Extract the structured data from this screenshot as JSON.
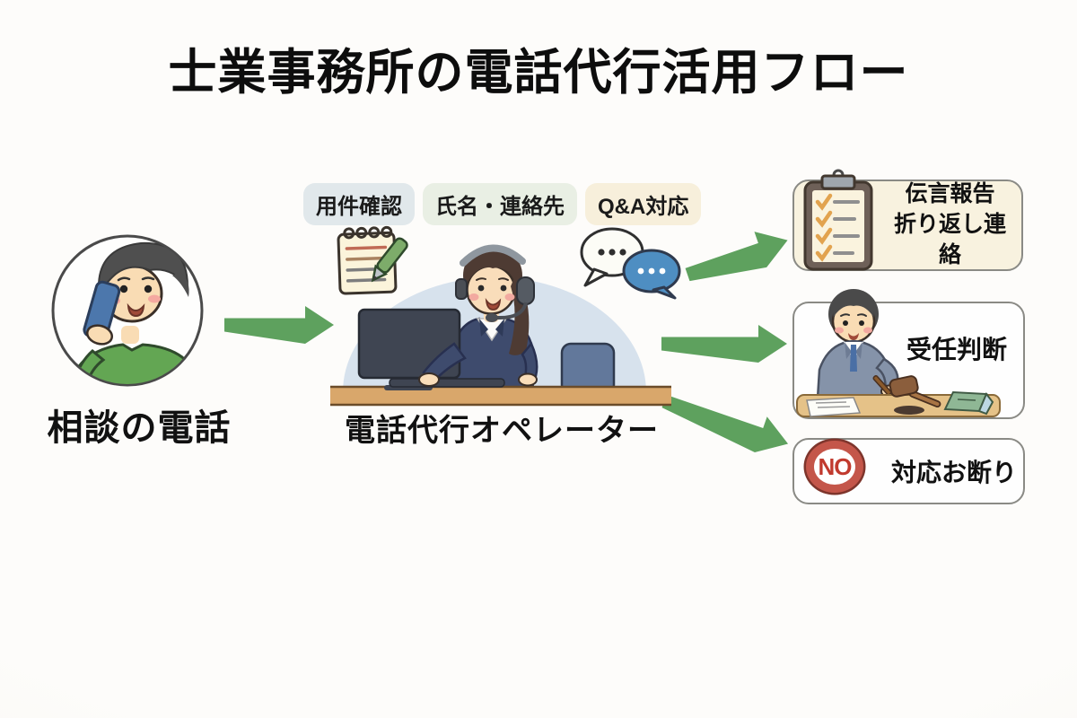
{
  "title": "士業事務所の電話代行活用フロー",
  "caller": {
    "label": "相談の電話",
    "icon": "man-on-phone-icon"
  },
  "operator": {
    "label": "電話代行オペレーター",
    "icon": "call-operator-icon",
    "tags": [
      {
        "label": "用件確認",
        "bg": "#E1E8EB"
      },
      {
        "label": "氏名・連絡先",
        "bg": "#E9EFE4"
      },
      {
        "label": "Q&A対応",
        "bg": "#F7EFDB"
      }
    ],
    "side_icons": [
      "notepad-pen-icon",
      "chat-bubbles-icon"
    ]
  },
  "outcomes": [
    {
      "title": "伝言報告",
      "subtitle": "折り返し連絡",
      "icon": "checklist-clipboard-icon",
      "bg": "#F8F2DF"
    },
    {
      "title": "受任判断",
      "icon": "lawyer-desk-icon",
      "bg": "#FEFEFE"
    },
    {
      "title": "対応お断り",
      "icon": "no-badge-icon",
      "badge": "NO",
      "bg": "#FEFEFE"
    }
  ],
  "colors": {
    "arrow": "#5EA15E",
    "background": "#FBFAF6",
    "box_border": "#8A8A85",
    "title_color": "#0D0D0D",
    "no_badge_red": "#C4564A"
  }
}
